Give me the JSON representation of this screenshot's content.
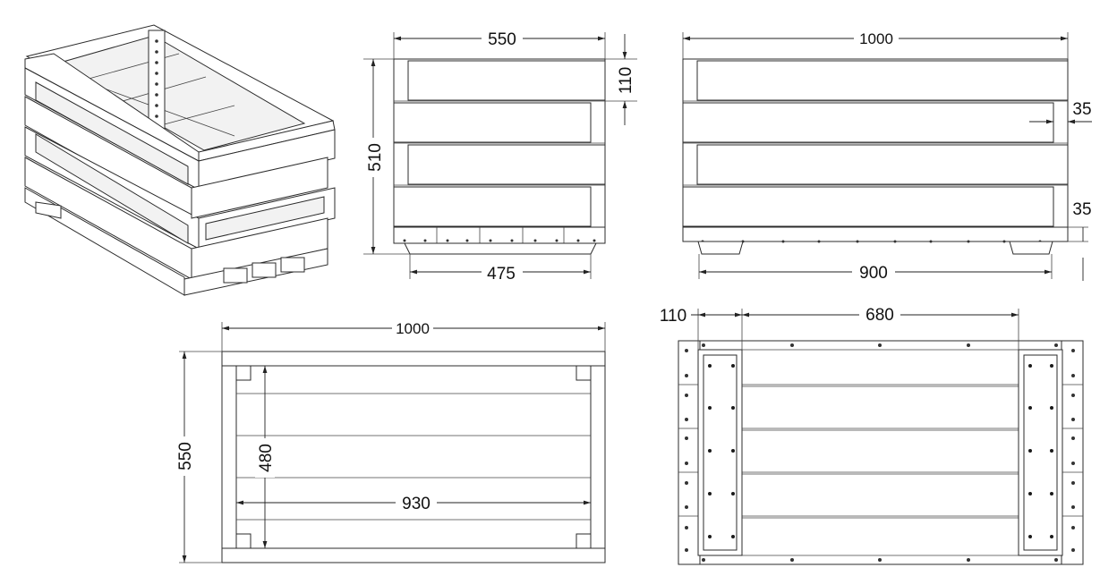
{
  "dimensions": {
    "front_view": {
      "width": "550",
      "board_height": "110",
      "height": "510",
      "base_width": "475"
    },
    "side_view": {
      "length": "1000",
      "overhang_top": "35",
      "overhang_bottom": "35",
      "base_length": "900"
    },
    "top_view": {
      "length": "1000",
      "width": "550",
      "inner_width": "480",
      "inner_length": "930"
    },
    "bottom_view": {
      "cleat_width": "110",
      "cleat_spacing": "680"
    }
  }
}
